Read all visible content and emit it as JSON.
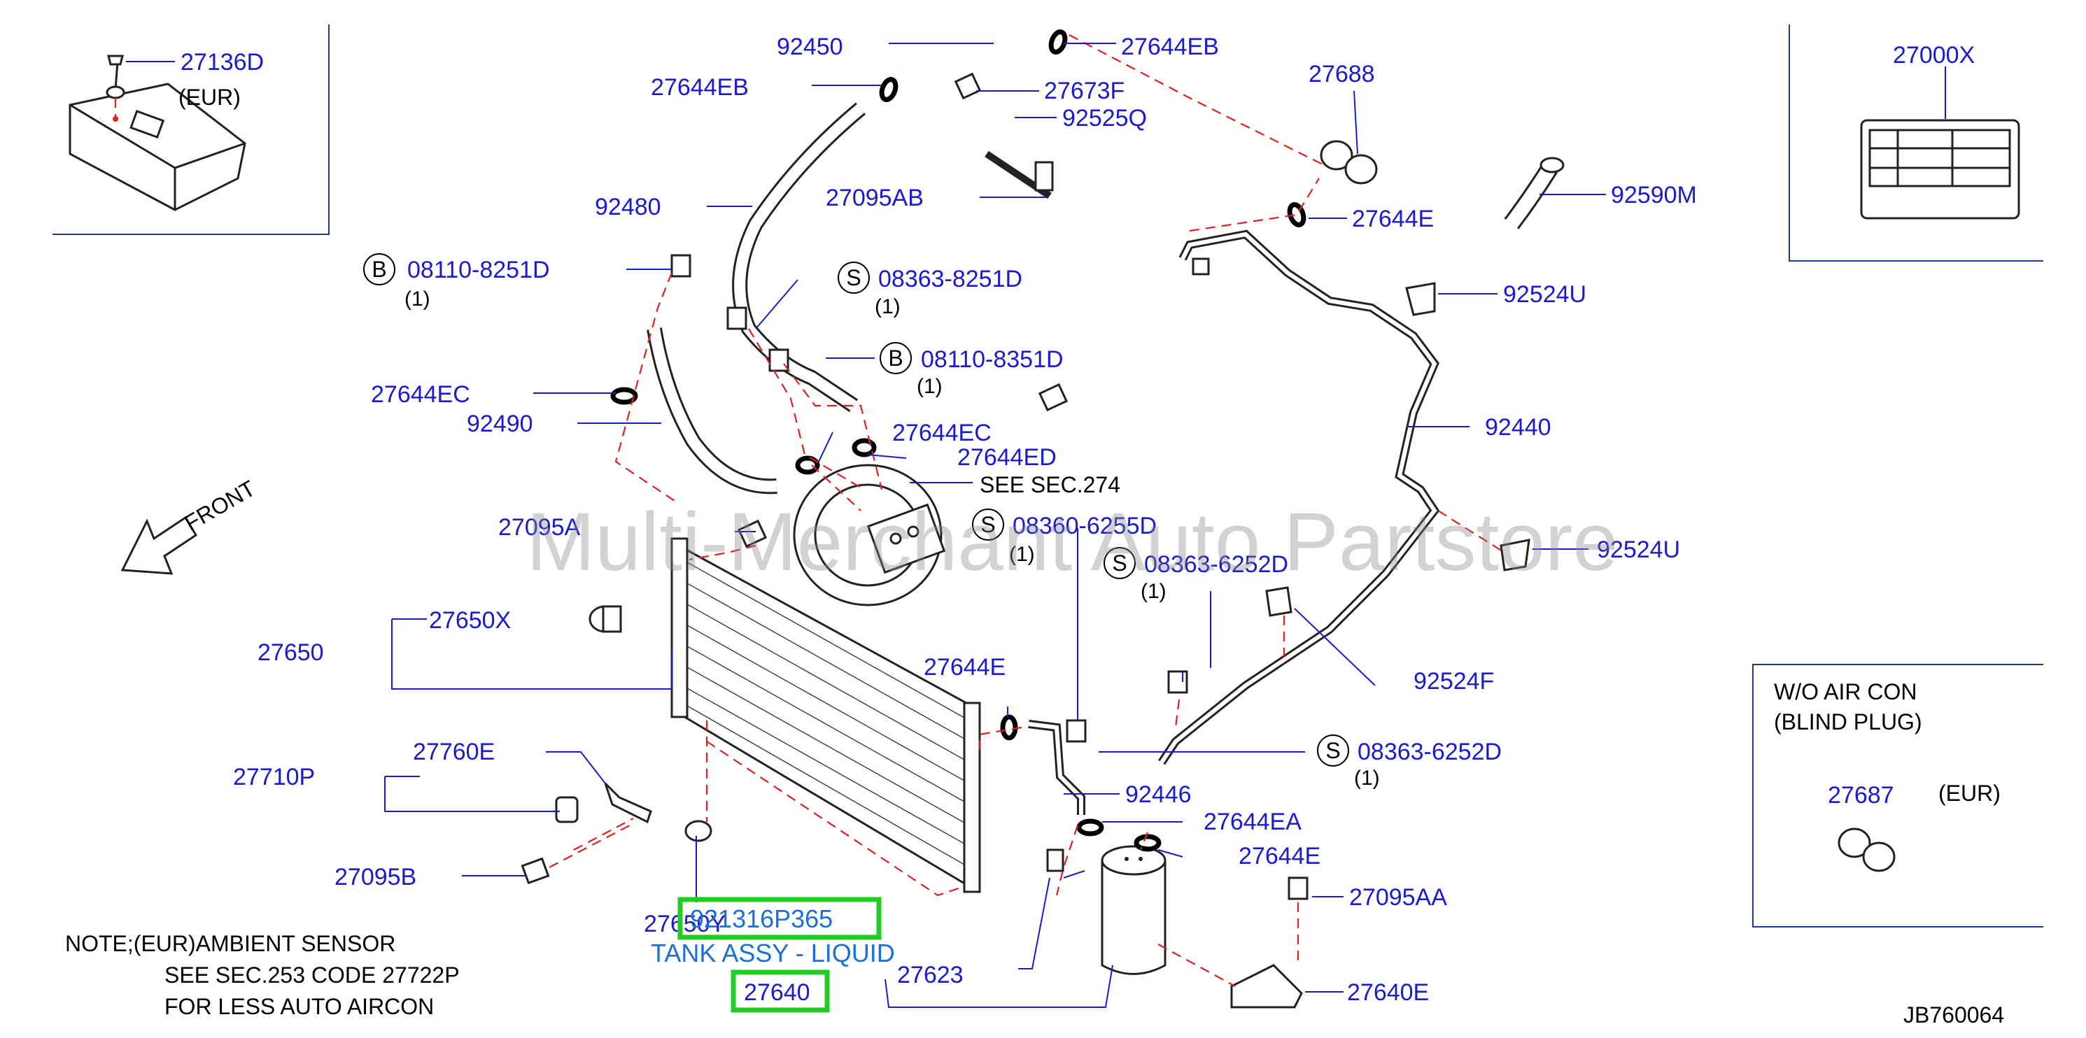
{
  "labels": {
    "p27136D": "27136D",
    "eur_top": "(EUR)",
    "p92450": "92450",
    "p27644EB_a": "27644EB",
    "p27644EB_b": "27644EB",
    "p27673F": "27673F",
    "p92525Q": "92525Q",
    "p27688": "27688",
    "p27000X": "27000X",
    "p92480": "92480",
    "p27095AB": "27095AB",
    "p27644E_top": "27644E",
    "p92590M": "92590M",
    "p08110_8251D": "08110-8251D",
    "p08363_8251D": "08363-8251D",
    "p08110_8351D": "08110-8351D",
    "p92524U_a": "92524U",
    "p27644EC_a": "27644EC",
    "p92490": "92490",
    "p27644EC_b": "27644EC",
    "p27644ED": "27644ED",
    "see_sec274": "SEE   SEC.274",
    "p92440": "92440",
    "p27095A": "27095A",
    "p08360_6255D": "08360-6255D",
    "p92524U_b": "92524U",
    "p08363_6252D_a": "08363-6252D",
    "p27650X": "27650X",
    "p27650": "27650",
    "p27644E_mid": "27644E",
    "p92524F": "92524F",
    "p08363_6252D_b": "08363-6252D",
    "p27760E": "27760E",
    "p27710P": "27710P",
    "p92446": "92446",
    "p27644EA": "27644EA",
    "p27644E_low": "27644E",
    "p27095B": "27095B",
    "p27095AA": "27095AA",
    "p27650Y": "27650Y",
    "p27623": "27623",
    "p27640E": "27640E",
    "p27687": "27687",
    "eur_right": "(EUR)"
  },
  "circle_marks": {
    "b1": "B",
    "s1": "S",
    "b2": "B",
    "s2": "S",
    "s3": "S",
    "s4": "S"
  },
  "quantities": {
    "q1": "(1)",
    "q2": "(1)",
    "q3": "(1)",
    "q4": "(1)",
    "q5": "(1)",
    "q6": "(1)"
  },
  "highlight": {
    "part_number": "921316P365",
    "part_name": "TANK ASSY - LIQUID",
    "ref": "27640"
  },
  "inset_right": {
    "line1": "W/O   AIR   CON",
    "line2": "(BLIND   PLUG)"
  },
  "note": {
    "line1": "NOTE;(EUR)AMBIENT   SENSOR",
    "line2": "SEE   SEC.253   CODE   27722P",
    "line3": "FOR   LESS   AUTO   AIRCON"
  },
  "front_label": "FRONT",
  "diagram_code": "JB760064",
  "watermark": "Multi-Merchant Auto Partstore",
  "colors": {
    "label_blue": "#1a1ad0",
    "leader_dash": "#e02020",
    "highlight_green": "#22cc22",
    "tag_blue": "#1a6fd8"
  }
}
